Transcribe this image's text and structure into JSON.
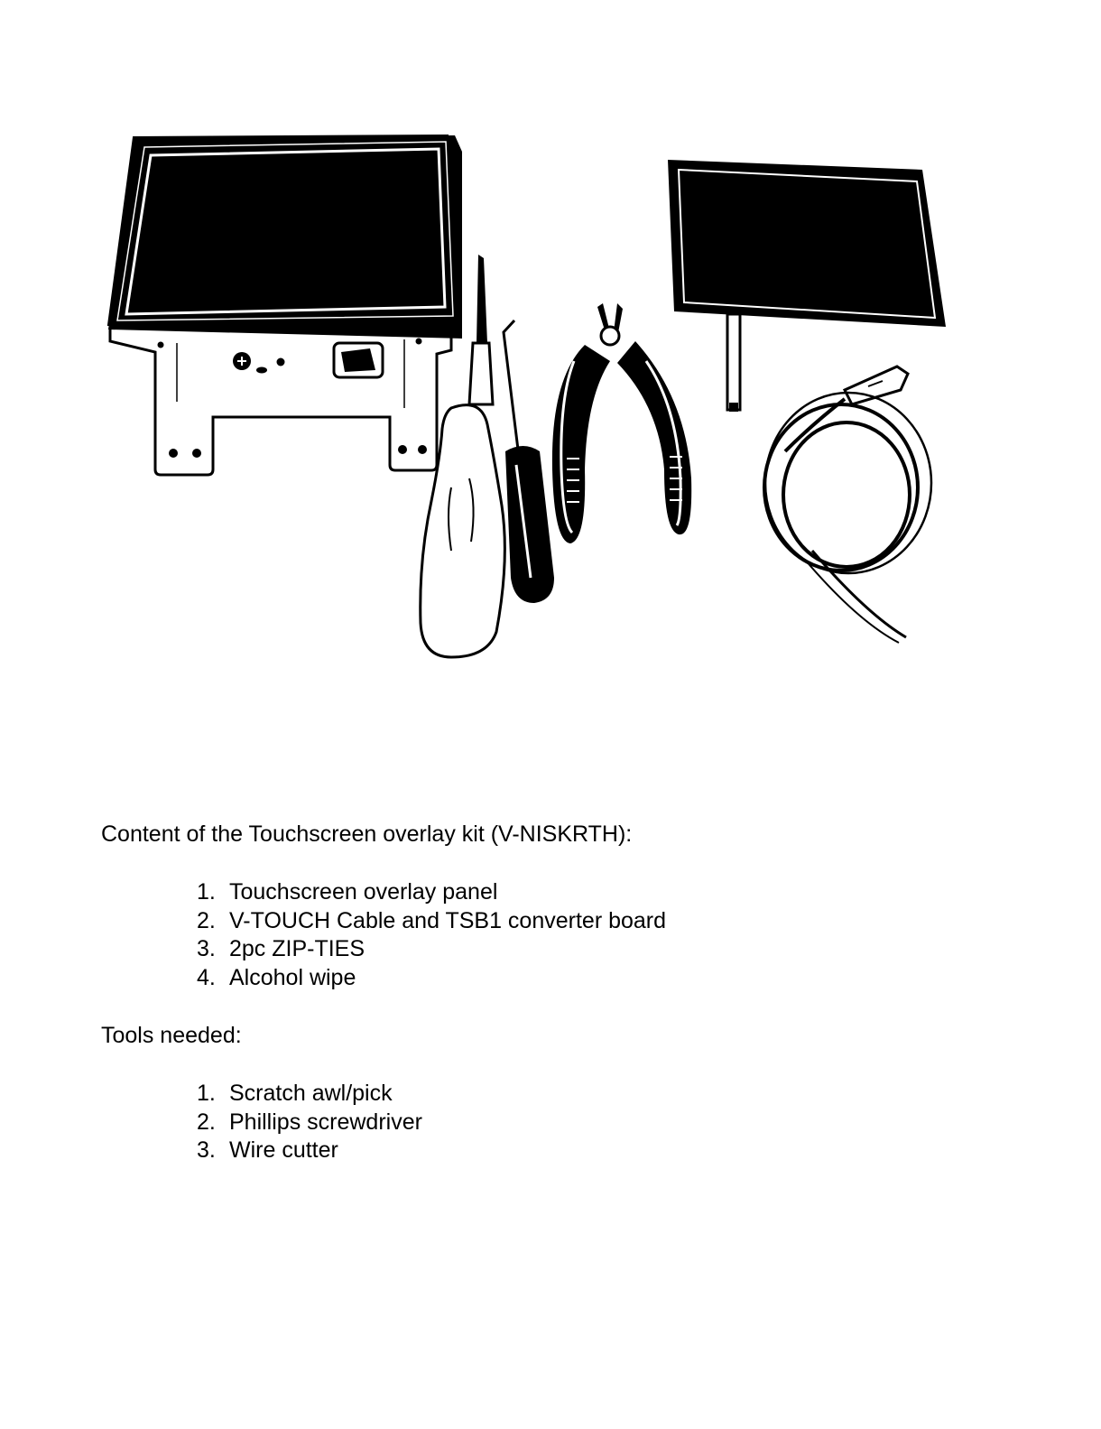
{
  "illustration": {
    "items": [
      "head-unit-icon",
      "screwdriver-icon",
      "scratch-awl-icon",
      "wire-cutter-icon",
      "touchscreen-panel-icon",
      "coiled-cable-icon"
    ]
  },
  "kit": {
    "heading": "Content of the Touchscreen overlay kit (V-NISKRTH):",
    "items": [
      {
        "num": "1.",
        "text": "Touchscreen overlay panel"
      },
      {
        "num": "2.",
        "text": "V-TOUCH Cable and TSB1 converter board"
      },
      {
        "num": "3.",
        "text": "2pc ZIP-TIES"
      },
      {
        "num": "4.",
        "text": "Alcohol wipe"
      }
    ]
  },
  "tools": {
    "heading": "Tools needed:",
    "items": [
      {
        "num": "1.",
        "text": "Scratch awl/pick"
      },
      {
        "num": "2.",
        "text": "Phillips screwdriver"
      },
      {
        "num": "3.",
        "text": "Wire cutter"
      }
    ]
  }
}
